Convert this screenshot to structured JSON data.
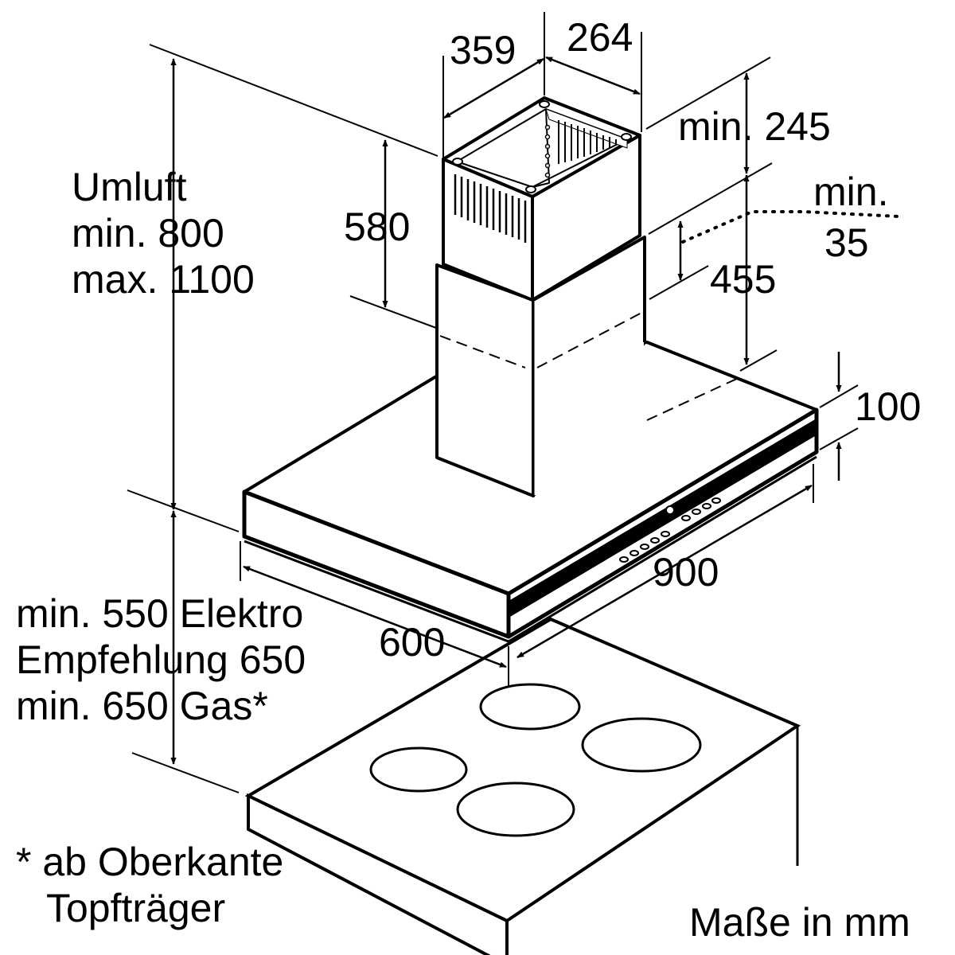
{
  "dimensions": {
    "chimney_depth": "359",
    "chimney_width": "264",
    "ceiling_gap": "min. 245",
    "upper_chimney_height": "580",
    "overlap_min": "min.",
    "overlap_value": "35",
    "lower_chimney_height": "455",
    "canopy_height": "100",
    "canopy_width": "900",
    "canopy_depth": "600"
  },
  "recirculation": {
    "line1": "Umluft",
    "line2": "min.  800",
    "line3": "max. 1100"
  },
  "clearance": {
    "line1": "min. 550 Elektro",
    "line2": "Empfehlung 650",
    "line3": "min. 650 Gas*"
  },
  "footnote": {
    "line1": "* ab Oberkante",
    "line2": "Topfträger"
  },
  "units_note": "Maße in mm"
}
